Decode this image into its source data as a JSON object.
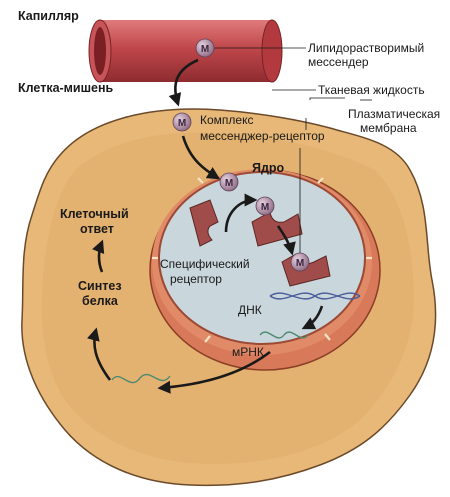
{
  "labels": {
    "capillary": "Капилляр",
    "target_cell": "Клетка-мишень",
    "lipid_messenger_1": "Липидорастворимый",
    "lipid_messenger_2": "мессендер",
    "tissue_fluid": "Тканевая жидкость",
    "plasma_membrane_1": "Плазматическая",
    "plasma_membrane_2": "мембрана",
    "complex_1": "Комплекс",
    "complex_2": "мессенджер-рецептор",
    "nucleus": "Ядро",
    "cell_response_1": "Клеточный",
    "cell_response_2": "ответ",
    "protein_synthesis_1": "Синтез",
    "protein_synthesis_2": "белка",
    "specific_receptor_1": "Специфический",
    "specific_receptor_2": "рецептор",
    "dna": "ДНК",
    "mrna": "мРНК"
  },
  "messenger_symbol": "M",
  "colors": {
    "capillary": "#c0474b",
    "cytoplasm": "#e7b877",
    "membrane_outline": "#6b4a2a",
    "nucleus_envelope": "#d8795a",
    "nucleoplasm": "#c9d6dc",
    "receptor": "#a04c4a",
    "messenger": "#a8869b",
    "dna": "#4a5c9c",
    "mrna": "#4d8a70",
    "arrow": "#1a1a1a"
  }
}
